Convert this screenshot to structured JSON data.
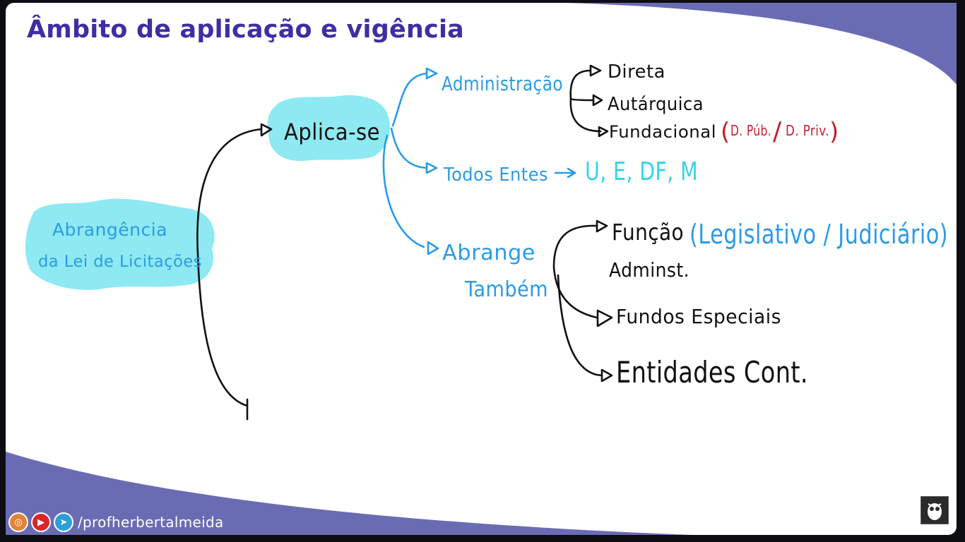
{
  "title": "Âmbito de aplicação e vigência",
  "colors": {
    "title": "#3d2fa3",
    "band": "#6a6cb3",
    "highlight": "#8ee9f2",
    "blue_text": "#2b9be6",
    "cyan_text": "#35d3e8",
    "red_text": "#c41e2b",
    "ink": "#111111"
  },
  "diagram": {
    "root": {
      "line1": "Abrangência",
      "line2": "da Lei de Licitações"
    },
    "applies": "Aplica-se",
    "administracao": "Administração",
    "admin_children": [
      "Direta",
      "Autárquica",
      "Fundacional"
    ],
    "fundacional_note": {
      "open": "(",
      "a": "D. Púb.",
      "sep": "/",
      "b": "D. Priv.",
      "close": ")"
    },
    "todos_entes": "Todos Entes",
    "entes_arrow": "→",
    "entes_list": "U, E, DF, M",
    "abrange": {
      "line1": "Abrange",
      "line2": "Também"
    },
    "abrange_children": {
      "funcao": "Função",
      "funcao_note": "(Legislativo / Judiciário)",
      "adminst": "Adminst.",
      "fundos": "Fundos Especiais",
      "entidades": "Entidades Cont."
    }
  },
  "footer": {
    "handle": "/profherbertalmeida",
    "icons": [
      "instagram-icon",
      "youtube-icon",
      "telegram-icon"
    ],
    "logo": "owl-logo-icon"
  }
}
